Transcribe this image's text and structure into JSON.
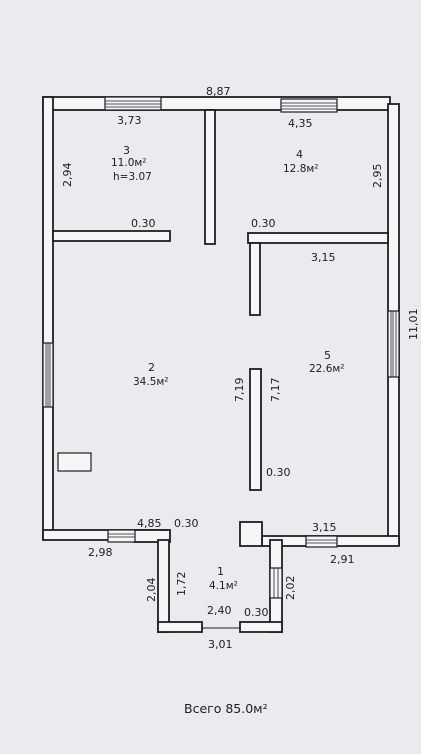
{
  "plan": {
    "total_label": "Всего 85.0м²",
    "rooms": [
      {
        "number": "3",
        "area": "11.0м²",
        "height": "h=3.07"
      },
      {
        "number": "4",
        "area": "12.8м²"
      },
      {
        "number": "2",
        "area": "34.5м²"
      },
      {
        "number": "5",
        "area": "22.6м²"
      },
      {
        "number": "1",
        "area": "4.1м²"
      }
    ],
    "dimensions": {
      "top_overall": "8,87",
      "room3_width": "3,73",
      "room4_width": "4,35",
      "room3_depth": "2,94",
      "room4_depth": "2,95",
      "room3_wall_thickness": "0.30",
      "room4_wall_thickness": "0.30",
      "room5_top_width": "3,15",
      "right_overall": "11,01",
      "partition_left": "7,19",
      "partition_right": "7,17",
      "partition_thickness": "0.30",
      "room2_bottom": "4,85",
      "room2_bottom_wall": "0.30",
      "room5_bottom": "3,15",
      "bottom_left": "2,98",
      "bottom_right": "2,91",
      "room1_left_outer": "2,04",
      "room1_left_inner": "1,72",
      "room1_right": "2,02",
      "room1_inner_width": "2,40",
      "room1_wall": "0.30",
      "room1_outer_width": "3,01"
    }
  }
}
